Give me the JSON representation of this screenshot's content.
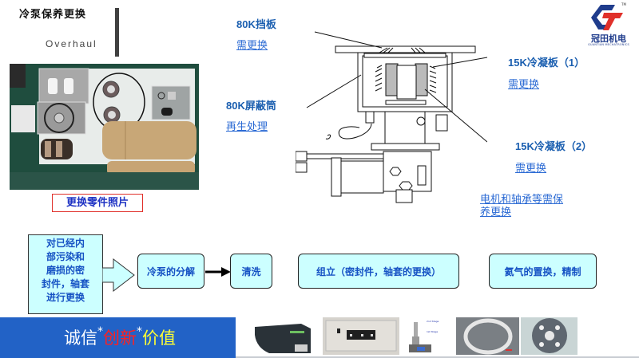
{
  "header": {
    "title": "冷泵保养更换",
    "subtitle": "Overhaul"
  },
  "logo": {
    "name": "冠田机电",
    "sub": "GUANTIAN MECHATRONICS",
    "tm": "TM",
    "colors": {
      "blue": "#1f3c8c",
      "red": "#e0302a"
    }
  },
  "parts_photo": {
    "caption": "更换零件照片"
  },
  "annotations": [
    {
      "id": "80k-baffle",
      "title": "80K挡板",
      "action": "需更换"
    },
    {
      "id": "80k-shield",
      "title": "80K屏蔽筒",
      "action": "再生处理"
    },
    {
      "id": "15k-array-1",
      "title": "15K冷凝板（1）",
      "action": "需更换"
    },
    {
      "id": "15k-array-2",
      "title": "15K冷凝板（2）",
      "action": "需更换"
    },
    {
      "id": "motor",
      "title": "",
      "action": "电机和轴承等需保养更换"
    }
  ],
  "motor_note_lines": [
    "电机和轴承等需保",
    "养更换"
  ],
  "flow": {
    "note": [
      "对已经内",
      "部污染和",
      "磨损的密",
      "封件，轴套",
      "进行更换"
    ],
    "steps": [
      "冷泵的分解",
      "清洗",
      "组立（密封件，轴套的更换）",
      "氦气的置换，精制"
    ]
  },
  "footer": {
    "slogan": [
      {
        "text": "诚信",
        "color": "#ffffff"
      },
      {
        "text": "*",
        "color": "#ffffff"
      },
      {
        "text": "创新",
        "color": "#ff2020"
      },
      {
        "text": "*",
        "color": "#ffffff"
      },
      {
        "text": "价值",
        "color": "#ffff33"
      }
    ],
    "thumbnails": [
      "compressor-unit",
      "controller-panel",
      "cold-head-stages",
      "seal-ring",
      "valve-disc"
    ],
    "thumb_labels": {
      "stage2": "2nd Stage 10~15K",
      "stage1": "1st Stage 50~80K"
    }
  },
  "colors": {
    "accent_blue": "#1b5fb0",
    "flow_fill": "#ccffff",
    "footer_blue": "#2262c6"
  }
}
